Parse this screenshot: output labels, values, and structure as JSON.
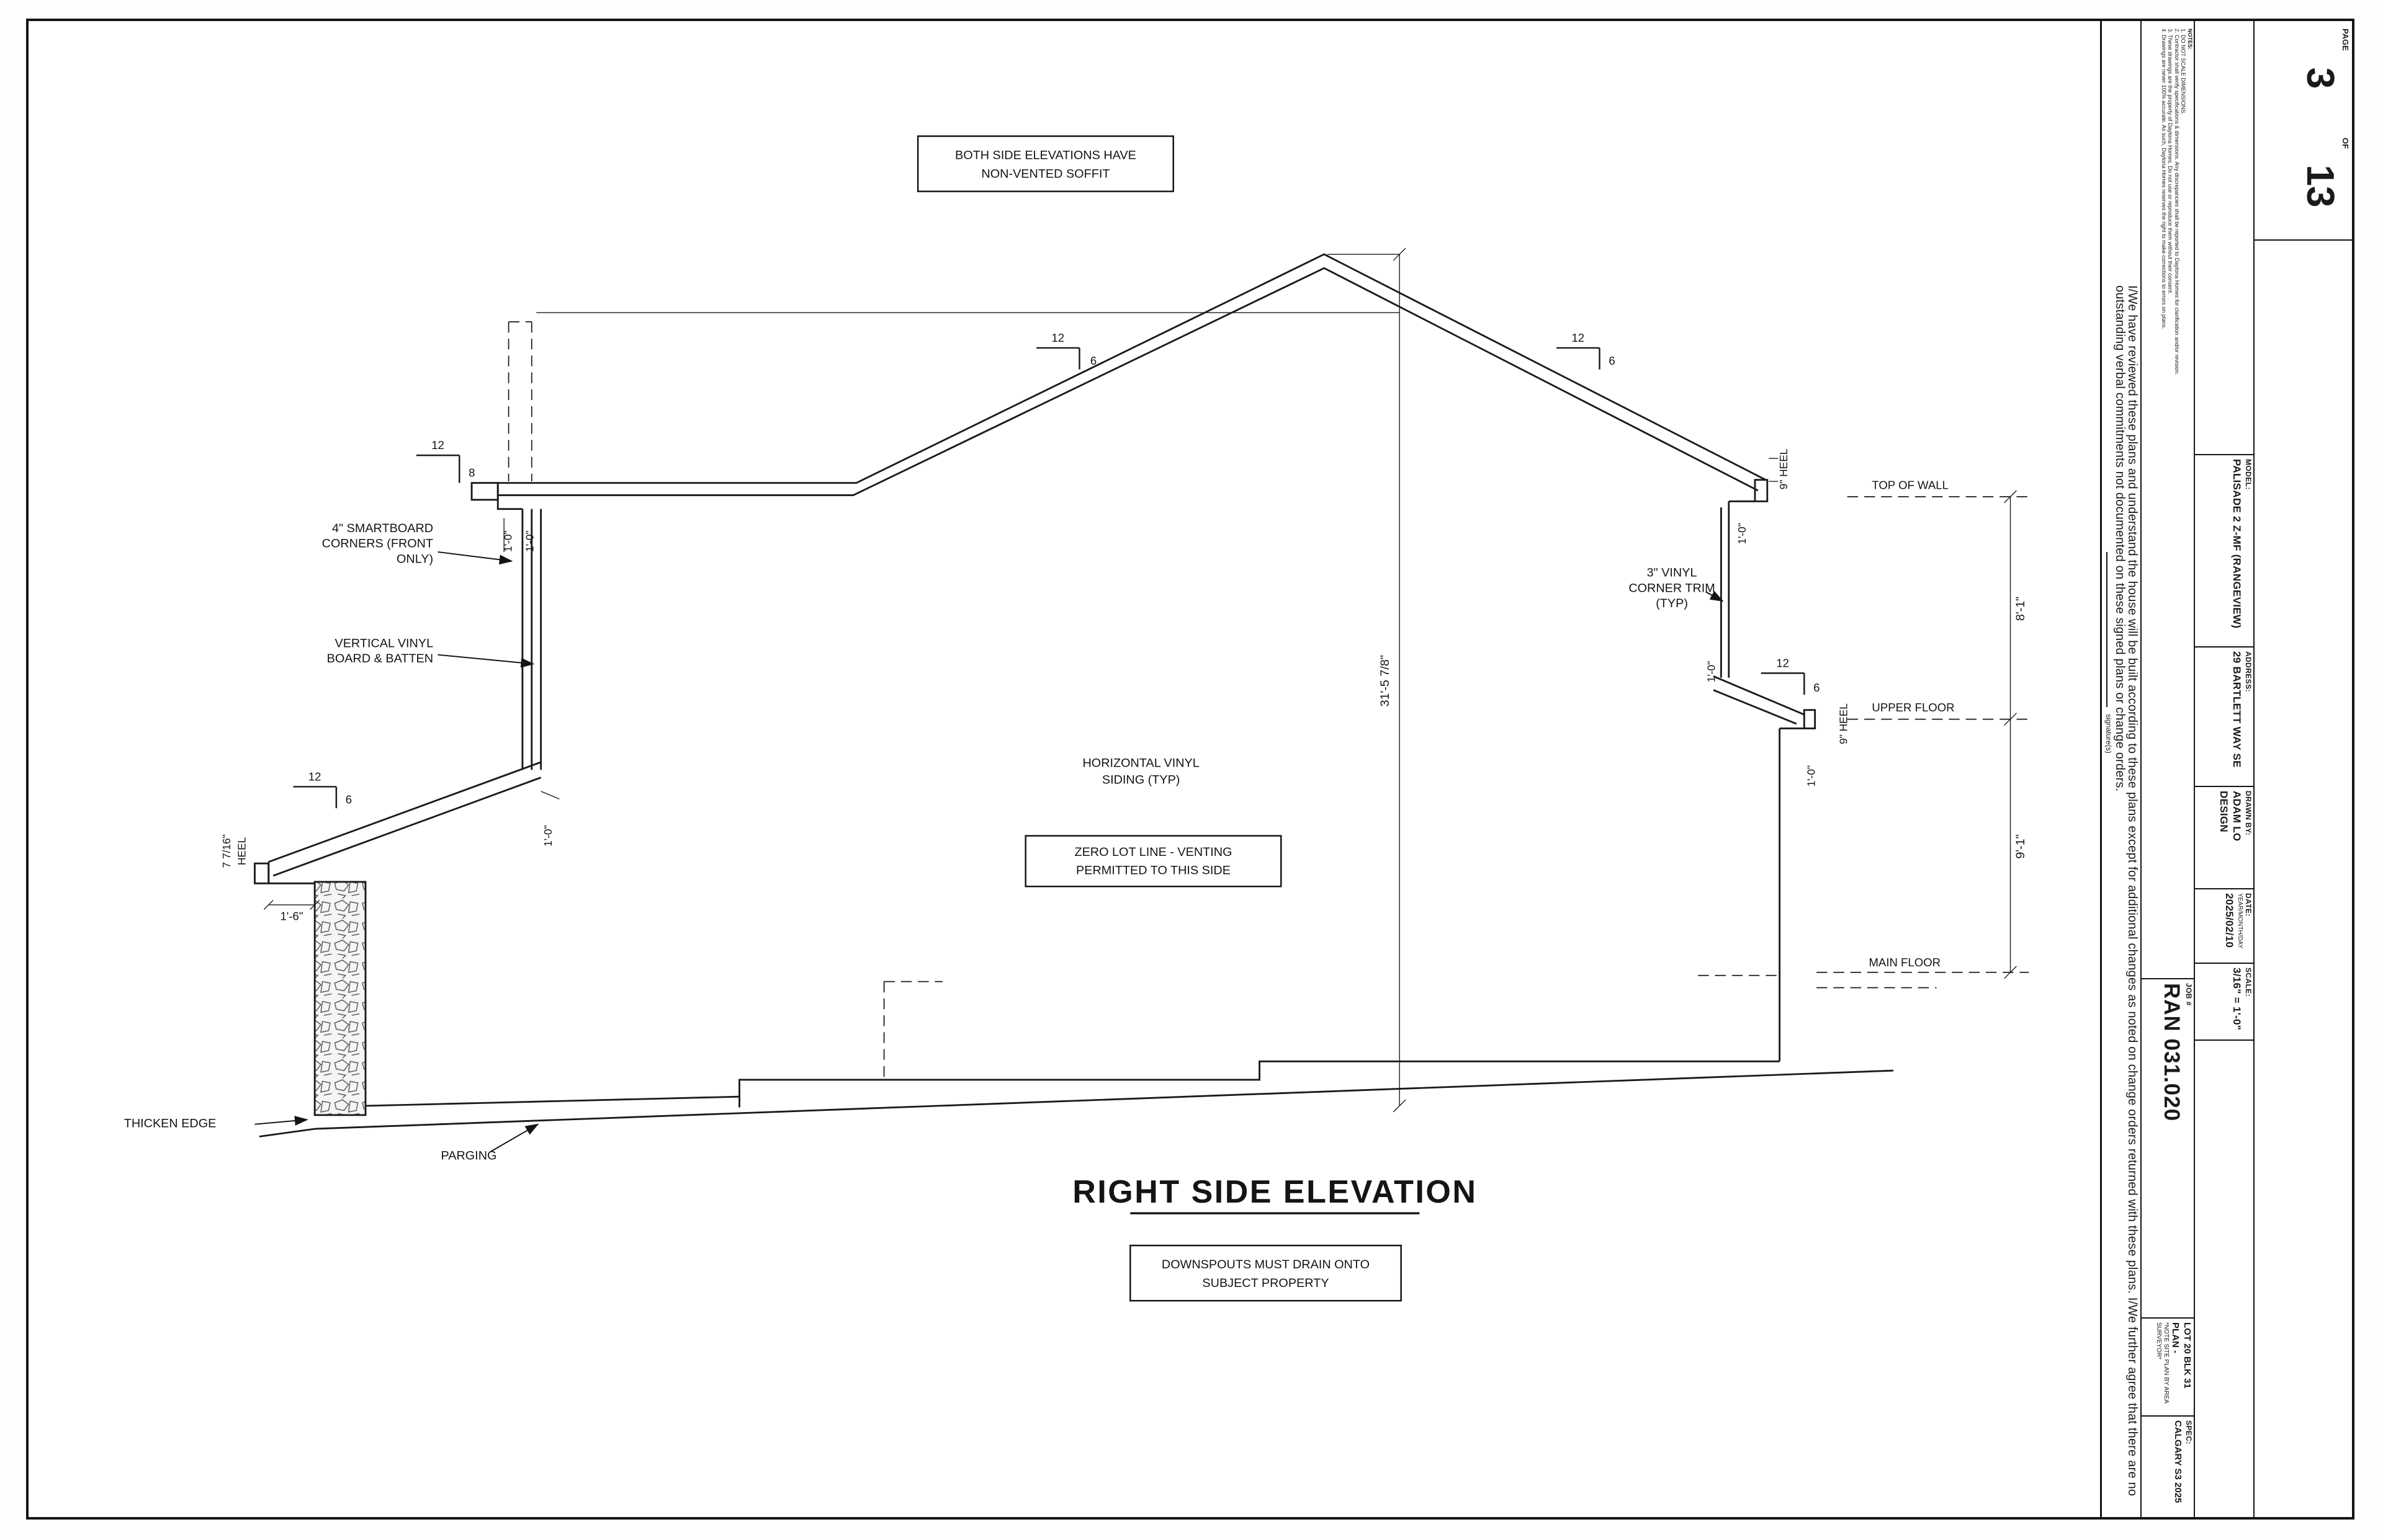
{
  "elevation": {
    "title": "RIGHT SIDE ELEVATION",
    "notes": {
      "soffit": [
        "BOTH SIDE ELEVATIONS HAVE",
        "NON-VENTED SOFFIT"
      ],
      "downspouts": [
        "DOWNSPOUTS MUST DRAIN ONTO",
        "SUBJECT PROPERTY"
      ],
      "zero_lot": [
        "ZERO LOT LINE - VENTING",
        "PERMITTED TO THIS SIDE"
      ]
    },
    "labels": {
      "smartboard": [
        "4\" SMARTBOARD",
        "CORNERS (FRONT",
        "ONLY)"
      ],
      "board_batten": [
        "VERTICAL VINYL",
        "BOARD & BATTEN"
      ],
      "siding": [
        "HORIZONTAL VINYL",
        "SIDING (TYP)"
      ],
      "corner_trim": [
        "3\" VINYL",
        "CORNER TRIM",
        "(TYP)"
      ],
      "thicken_edge": "THICKEN EDGE",
      "parging": "PARGING",
      "top_of_wall": "TOP OF WALL",
      "upper_floor": "UPPER FLOOR",
      "main_floor": "MAIN FLOOR"
    },
    "dims": {
      "overall_height": "31'-5 7/8\"",
      "upper_storey": "8'-1\"",
      "main_storey": "9'-1\"",
      "overhang_1_0": "1'-0\"",
      "overhang_1_6": "1'-6\"",
      "heel_9": "9\" HEEL",
      "heel_7": [
        "7 7/16\"",
        "HEEL"
      ],
      "slope_run": "12",
      "slope_rise_6": "6",
      "slope_rise_8": "8"
    }
  },
  "titleblock": {
    "disclaimer": "I/We have reviewed these plans and understand the house will be built according to these plans except for additional changes as noted on change orders returned with these plans. I/We further agree that there are no outstanding verbal commitments not documented on these signed plans or change orders.",
    "signature_label": "signature(s)",
    "notes": {
      "heading": "NOTES:",
      "items": [
        "1. DO NOT SCALE DIMENSIONS.",
        "2. Contractor shall verify specifications & dimensions. Any discrepancies shall be reported to Daytona Homes for clarification and/or revision.",
        "3. These drawings are the property of Daytona Homes. Do not use or reproduce them without their consent.",
        "4. Drawings are never 100% accurate. As such, Daytona Homes reserves the right to make corrections to errors on plans."
      ]
    },
    "model_label": "MODEL:",
    "model_value": "PALISADE 2 Z-MF (RANGEVIEW)",
    "address_label": "ADDRESS:",
    "address_value": "29 BARTLETT WAY SE",
    "drawnby_label": "DRAWN BY:",
    "drawnby_value": "ADAM LO DESIGN",
    "date_label": "DATE:",
    "date_format": "YEAR/MONTH/DAY",
    "date_value": "2025/02/10",
    "scale_label": "SCALE:",
    "scale_value": "3/16\" = 1'-0\"",
    "job_label": "JOB #",
    "job_number": "RAN 031.020",
    "lot_line": "LOT 20   BLK 31   PLAN -",
    "site_note": "*NOTE SITE PLAN BY AREA SURVEYOR*",
    "spec_label": "SPEC:",
    "spec_value": "CALGARY S3 2025",
    "page_label": "PAGE",
    "page_number": "3",
    "of_label": "OF",
    "total_pages": "13"
  }
}
